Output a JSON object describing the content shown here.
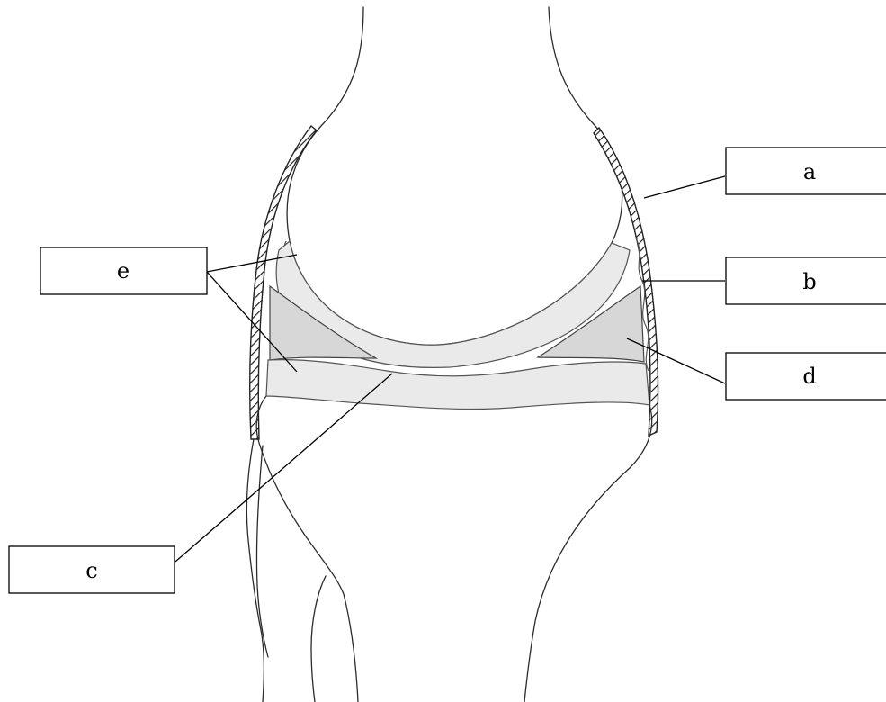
{
  "diagram": {
    "labels": {
      "a": "a",
      "b": "b",
      "c": "c",
      "d": "d",
      "e": "e"
    }
  }
}
